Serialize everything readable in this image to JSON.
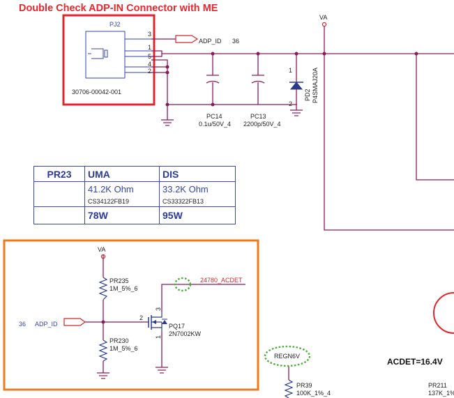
{
  "title": "Double Check ADP-IN Connector with ME",
  "connector": {
    "ref": "PJ2",
    "part_number": "30706-00042-001",
    "pins": [
      "3",
      "1",
      "5",
      "4",
      "2"
    ]
  },
  "nets": {
    "va_top": "VA",
    "adp_id_out": "ADP_ID",
    "adp_id_out_page": "36",
    "va_box": "VA",
    "adp_id_in": "ADP_ID",
    "adp_id_in_page": "36",
    "acdet": "24780_ACDET",
    "regn": "REGN6V"
  },
  "components": {
    "pc14": {
      "ref": "PC14",
      "value": "0.1u/50V_4"
    },
    "pc13": {
      "ref": "PC13",
      "value": "2200p/50V_4"
    },
    "pd2": {
      "ref": "PD2",
      "value": "P4SMAJ20A",
      "pin_a": "1",
      "pin_b": "2"
    },
    "pr235": {
      "ref": "PR235",
      "value": "1M_5%_6"
    },
    "pr230": {
      "ref": "PR230",
      "value": "1M_5%_6"
    },
    "pq17": {
      "ref": "PQ17",
      "value": "2N7002KW",
      "pin_g": "2",
      "pin_d": "3",
      "pin_s": "1"
    },
    "pr39": {
      "ref": "PR39",
      "value": "100K_1%_4"
    },
    "pr211": {
      "ref": "PR211",
      "value": "137K_1%"
    }
  },
  "table": {
    "headers": [
      "PR23",
      "UMA",
      "DIS"
    ],
    "values": [
      "",
      "41.2K Ohm",
      "33.2K Ohm"
    ],
    "codes": [
      "",
      "CS34122FB19",
      "CS33322FB13"
    ],
    "power": [
      "",
      "78W",
      "95W"
    ]
  },
  "note": "ACDET=16.4V",
  "colors": {
    "wire": "#8b1a5a",
    "text_blue": "#3344aa",
    "title_red": "#e8262d",
    "box_red": "#e0262d",
    "box_orange": "#ef7a1e",
    "highlight_green": "#4caf3a",
    "net_red": "#d1262d"
  }
}
